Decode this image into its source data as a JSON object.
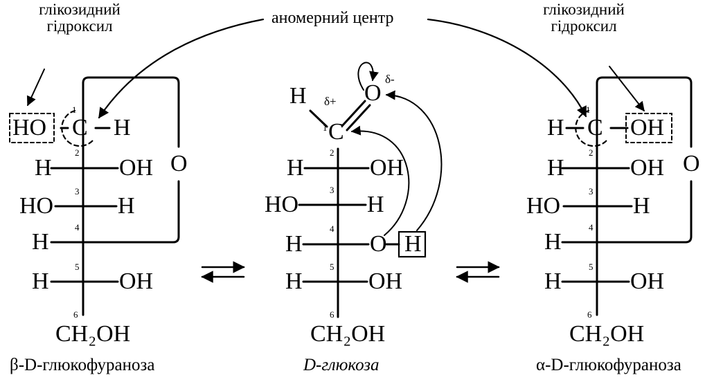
{
  "labels": {
    "anomeric_center": "аномерний центр",
    "glycosidic_left": [
      "глікозидний",
      "гідроксил"
    ],
    "glycosidic_right": [
      "глікозидний",
      "гідроксил"
    ],
    "delta_plus": "δ+",
    "delta_minus": "δ-"
  },
  "structures": [
    {
      "name": "β-D-глюкофураноза",
      "c1": {
        "left": "HO",
        "center": "C",
        "right": "H"
      },
      "rows": [
        {
          "num": "2",
          "left": "H",
          "right": "OH"
        },
        {
          "num": "3",
          "left": "HO",
          "right": "H"
        },
        {
          "num": "4",
          "left": "H",
          "right": ""
        },
        {
          "num": "5",
          "left": "H",
          "right": "OH"
        },
        {
          "num": "6",
          "left": "",
          "right": ""
        }
      ],
      "ring_oxygen": "O",
      "tail": "CH₂OH"
    },
    {
      "name": "D-глюкоза",
      "c1": {
        "left": "H",
        "center": "C",
        "right": "O"
      },
      "rows": [
        {
          "num": "2",
          "left": "H",
          "right": "OH"
        },
        {
          "num": "3",
          "left": "HO",
          "right": "H"
        },
        {
          "num": "4",
          "left": "H",
          "right": "O",
          "extra": "H"
        },
        {
          "num": "5",
          "left": "H",
          "right": "OH"
        },
        {
          "num": "6",
          "left": "",
          "right": ""
        }
      ],
      "tail": "CH₂OH"
    },
    {
      "name": "α-D-глюкофураноза",
      "c1": {
        "left": "H",
        "center": "C",
        "right": "OH"
      },
      "rows": [
        {
          "num": "2",
          "left": "H",
          "right": "OH"
        },
        {
          "num": "3",
          "left": "HO",
          "right": "H"
        },
        {
          "num": "4",
          "left": "H",
          "right": ""
        },
        {
          "num": "5",
          "left": "H",
          "right": "OH"
        },
        {
          "num": "6",
          "left": "",
          "right": ""
        }
      ],
      "ring_oxygen": "O",
      "tail": "CH₂OH"
    }
  ],
  "c1_number": "1",
  "equilibrium_symbol": "⇄"
}
